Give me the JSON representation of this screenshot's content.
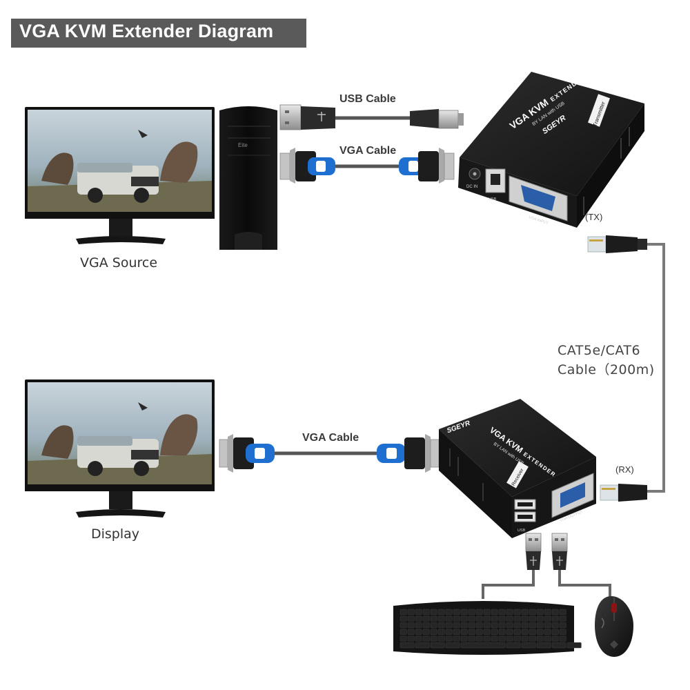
{
  "title": "VGA KVM Extender Diagram",
  "labels": {
    "usb_cable": "USB Cable",
    "vga_cable_top": "VGA Cable",
    "vga_cable_bottom": "VGA Cable",
    "vga_source": "VGA Source",
    "display": "Display",
    "tx": "(TX)",
    "rx": "(RX)",
    "cat_cable_line1": "CAT5e/CAT6",
    "cat_cable_line2": "Cable（200m)"
  },
  "tower": {
    "logo": "Eite"
  },
  "transmitter": {
    "name": "VGA KVM",
    "extender": "EXTENDER",
    "by_lan": "BY LAN with USB",
    "brand": "SGEYR",
    "unit_label": "Transmitter",
    "dc_in": "DC IN",
    "usb_port": "USB",
    "vga_port": "VGA INPUT"
  },
  "receiver": {
    "name": "VGA KVM",
    "extender": "EXTENDER",
    "by_lan": "BY LAN with USB",
    "brand": "SGEYR",
    "unit_label": "Receiver",
    "usb_port": "USB",
    "vga_port": "VGA OUTPUT"
  }
}
